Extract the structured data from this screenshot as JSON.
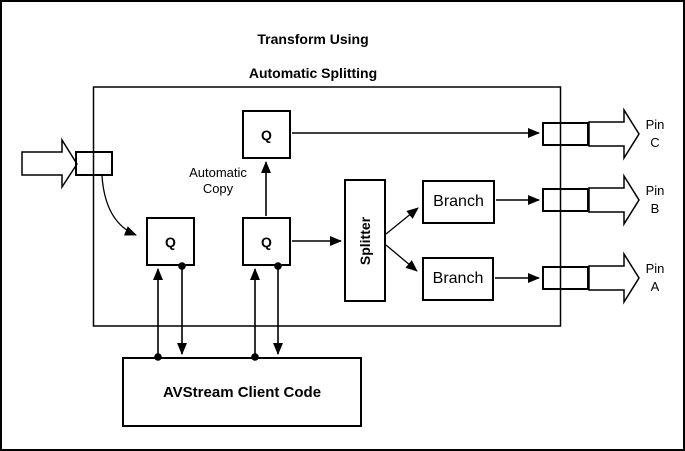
{
  "title": {
    "line1": "Transform Using",
    "line2": "Automatic Splitting"
  },
  "diagram": {
    "queue_upper_label": "Q",
    "queue_left_label": "Q",
    "queue_right_label": "Q",
    "automatic_copy": {
      "line1": "Automatic",
      "line2": "Copy"
    },
    "splitter_label": "Splitter",
    "branch_top_label": "Branch",
    "branch_bottom_label": "Branch",
    "client_code_label": "AVStream Client Code",
    "pins": {
      "c": {
        "line1": "Pin",
        "line2": "C"
      },
      "b": {
        "line1": "Pin",
        "line2": "B"
      },
      "a": {
        "line1": "Pin",
        "line2": "A"
      }
    },
    "colors": {
      "line": "#000000",
      "background": "#ffffff"
    }
  }
}
